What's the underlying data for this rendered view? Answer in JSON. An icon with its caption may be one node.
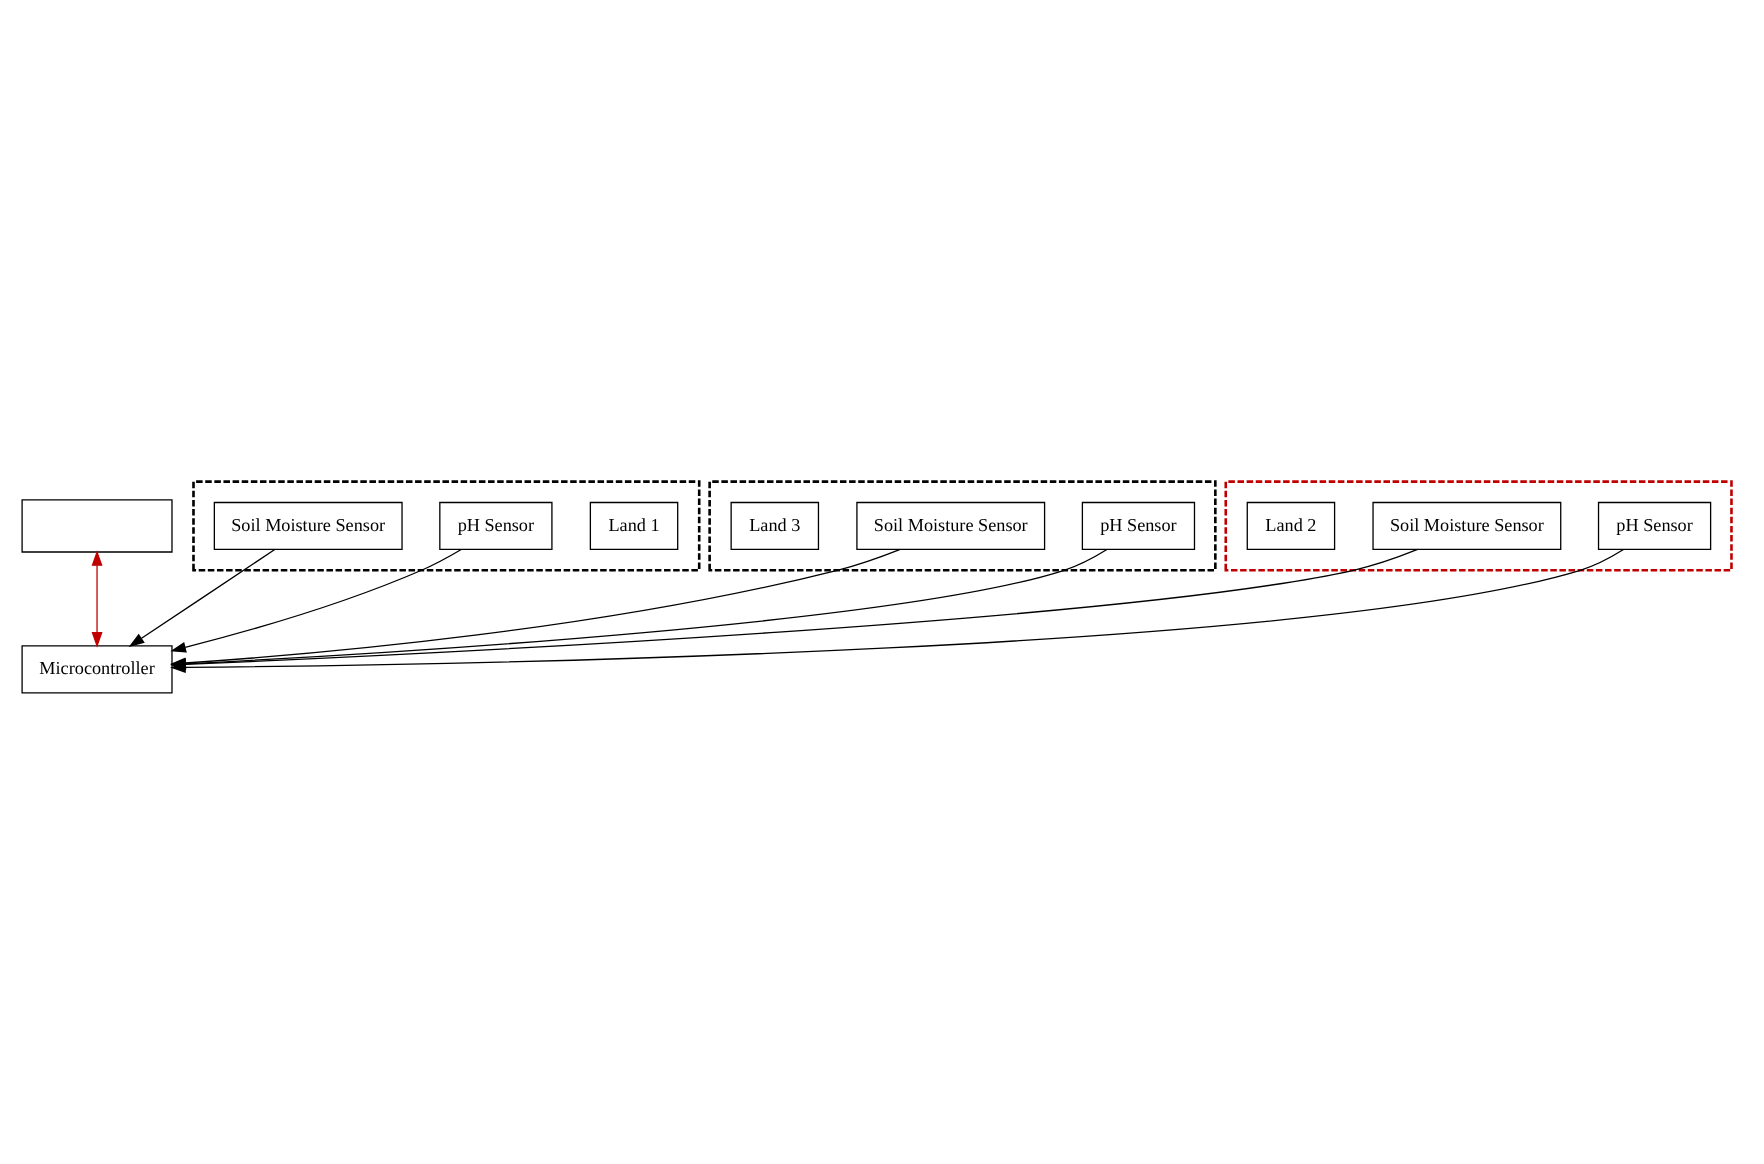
{
  "diagram": {
    "nodes": [
      {
        "text": [],
        "shape": "box"
      },
      {
        "text": [],
        "shape": "box"
      },
      {
        "text": [
          "Land 1"
        ],
        "in": 1
      },
      {
        "text": [
          "pH Sensor"
        ],
        "in": 1
      },
      {
        "text": [
          "Soil Moisture Sensor"
        ],
        "in": 1
      },
      {
        "text": [
          "Microcontroller"
        ]
      },
      {
        "text": [],
        "shape": "box"
      },
      {
        "text": [
          "pH Sensor"
        ],
        "in": 6
      },
      {
        "text": [
          "Soil Moisture Sensor"
        ],
        "in": 6
      },
      {
        "text": [
          "Land 3"
        ],
        "in": 6
      },
      {
        "text": [],
        "shape": "box"
      },
      {
        "text": [
          "pH Sensor"
        ],
        "in": 10
      },
      {
        "text": [
          "Soil Moisture Sensor"
        ],
        "in": 10
      },
      {
        "text": [
          "Land 2"
        ],
        "in": 10
      }
    ],
    "edges": [
      {
        "from": 0,
        "to": 5,
        "arrow": "both",
        "color": "#c00000"
      },
      {
        "from": 3,
        "to": 5,
        "arrow": "to"
      },
      {
        "from": 4,
        "to": 5,
        "arrow": "to"
      },
      {
        "from": 7,
        "to": 5,
        "arrow": "to"
      },
      {
        "from": 8,
        "to": 5,
        "arrow": "to"
      },
      {
        "from": 11,
        "to": 5,
        "arrow": "to"
      },
      {
        "from": 12,
        "to": 5,
        "arrow": "to"
      }
    ]
  }
}
